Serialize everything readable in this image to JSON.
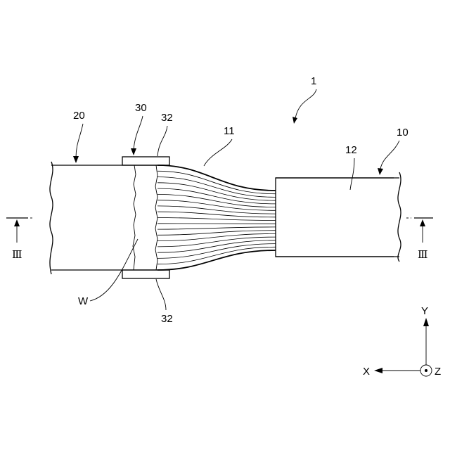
{
  "figure": {
    "refs": {
      "assembly": "1",
      "first_cable": "10",
      "core_wires": "11",
      "sheath": "12",
      "second_member": "20",
      "holder": "30",
      "holder_plate_top": "32",
      "holder_plate_bottom": "32",
      "weld": "W"
    },
    "section_marks": {
      "left": "Ⅲ",
      "right": "Ⅲ"
    },
    "axes": {
      "x": "X",
      "y": "Y",
      "z": "Z"
    },
    "wire_count": 19,
    "line_color": "#000000"
  }
}
